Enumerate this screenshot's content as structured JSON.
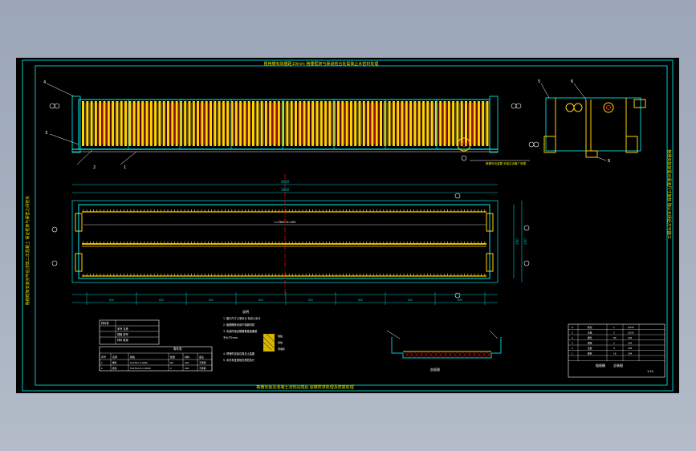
{
  "drawing": {
    "top_note": "粗格栅有效栅距10mm 格栅框架与渠道结合处需做止水密封处理",
    "bottom_note": "格栅安装及混凝土浇筑完成后 需做防渗处理及防腐处理",
    "left_note": "格栅框架安装完毕后浇筑二次混凝土 保证框架与渠壁之间密实",
    "right_note": "格栅安装前需对渠道尺寸复核 确认无误后方可施工",
    "callouts": [
      "4",
      "3",
      "2",
      "1",
      "5",
      "6",
      "8"
    ],
    "side_note": "格栅传动装置 安装见设备厂家图",
    "dims": {
      "overall": "4000",
      "inner": "3800",
      "height": "350",
      "height2": "200",
      "segment": "600",
      "axis": "L=3600 B=400"
    },
    "section_label": "剖面图"
  },
  "legend": {
    "header": "材料表",
    "rows": [
      "序号 名称",
      "规格 型号",
      "材料 数量",
      "重量 备注"
    ]
  },
  "parts_table": {
    "title": "零件表",
    "headers": [
      "序号",
      "名称",
      "规格",
      "数量",
      "材料",
      "备注"
    ],
    "rows": [
      [
        "1",
        "栅条",
        "10×50 L=1000",
        "80",
        "304",
        "不锈钢"
      ],
      [
        "2",
        "框架",
        "50×50×5 L=4000",
        "2",
        "304",
        "不锈钢"
      ]
    ]
  },
  "notes": {
    "title": "说明",
    "lines": [
      "1. 图中尺寸以毫米计 标高以米计",
      "2. 格栅栅条采用不锈钢材质",
      "3. 安装时保证格栅垂直度偏差",
      "   不大于2mm",
      "4. 预埋件安装位置见土建图",
      "5. 未尽事宜按相关规范执行"
    ],
    "detail_labels": [
      "钢板",
      "焊缝",
      "预埋件"
    ]
  },
  "title_block": {
    "rows": [
      [
        "6",
        "框架",
        "1",
        "Q235"
      ],
      [
        "5",
        "支座",
        "2",
        "Q235"
      ],
      [
        "4",
        "栅条",
        "80",
        "304"
      ],
      [
        "3",
        "横梁",
        "2",
        "304"
      ],
      [
        "2",
        "压板",
        "4",
        "304"
      ],
      [
        "1",
        "螺栓",
        "16",
        "304"
      ]
    ],
    "drawing_name": "粗格栅",
    "drawing_name2": "总装图",
    "scale": "1:20"
  },
  "colors": {
    "frame": "#00c8c8",
    "bars": "#ffd400",
    "bars_red": "#ff2020",
    "axis": "#ff0000",
    "text": "#e6e600",
    "white": "#ffffff"
  }
}
